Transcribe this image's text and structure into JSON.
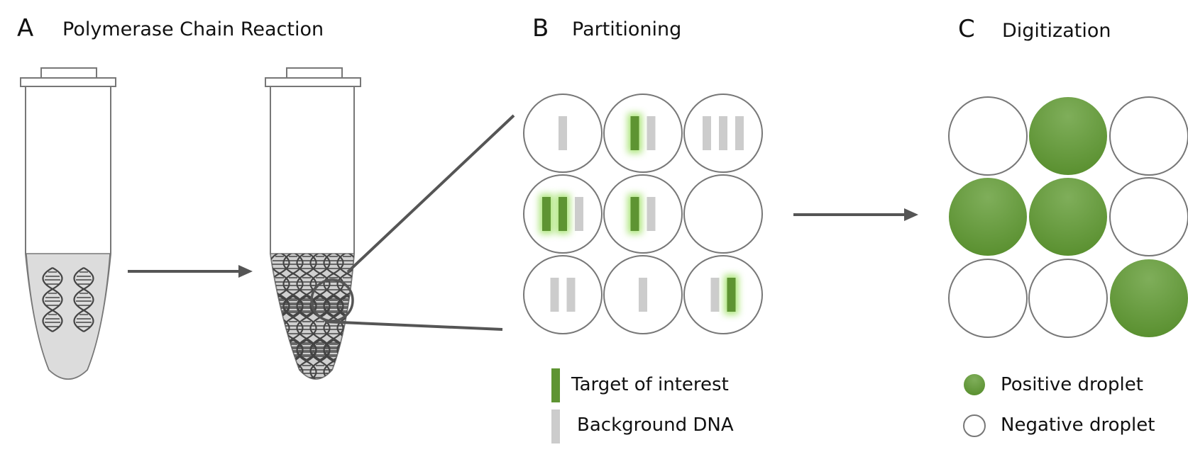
{
  "panels": {
    "a": {
      "letter": "A",
      "title": "Polymerase Chain Reaction"
    },
    "b": {
      "letter": "B",
      "title": "Partitioning"
    },
    "c": {
      "letter": "C",
      "title": "Digitization"
    }
  },
  "legend": {
    "target": "Target of interest",
    "background": "Background DNA",
    "positive": "Positive droplet",
    "negative": "Negative droplet"
  },
  "colors": {
    "target_green": "#5e9432",
    "droplet_green": "#65a03a",
    "background_grey": "#cccccc",
    "outline": "#777777",
    "arrow": "#555555",
    "liquid": "#dcdcdc"
  },
  "partitions": [
    {
      "targets": 0,
      "background": 1
    },
    {
      "targets": 1,
      "background": 1
    },
    {
      "targets": 0,
      "background": 3
    },
    {
      "targets": 2,
      "background": 1
    },
    {
      "targets": 1,
      "background": 1
    },
    {
      "targets": 0,
      "background": 0
    },
    {
      "targets": 0,
      "background": 2
    },
    {
      "targets": 0,
      "background": 1
    },
    {
      "targets": 1,
      "background": 1
    }
  ],
  "droplets": [
    "negative",
    "positive",
    "negative",
    "positive",
    "positive",
    "negative",
    "negative",
    "negative",
    "positive"
  ]
}
